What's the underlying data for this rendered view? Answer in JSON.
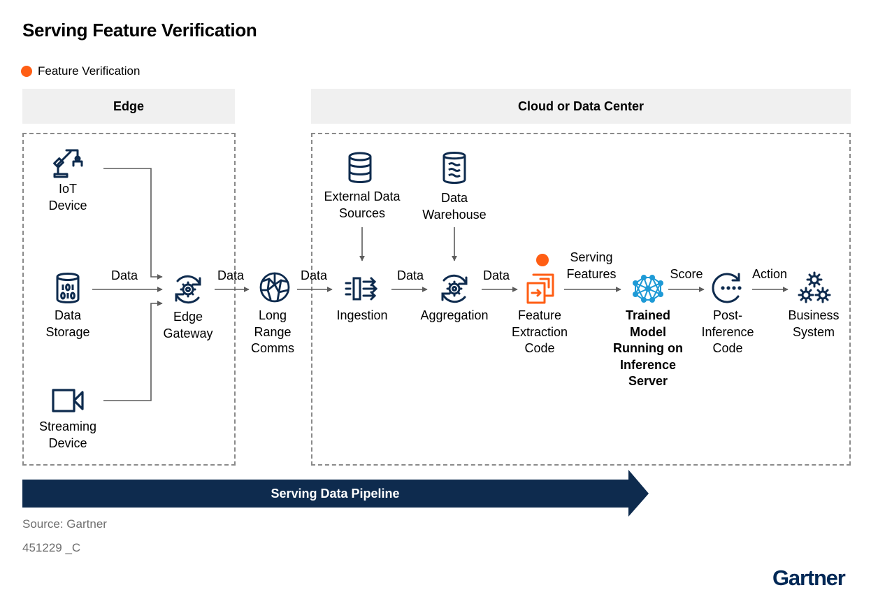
{
  "title": "Serving Feature Verification",
  "legend": {
    "label": "Feature Verification",
    "color": "#ff5e14"
  },
  "sections": {
    "edge": "Edge",
    "cloud": "Cloud or Data Center"
  },
  "nodes": {
    "iot_device": {
      "line1": "IoT",
      "line2": "Device"
    },
    "data_storage": {
      "line1": "Data",
      "line2": "Storage"
    },
    "streaming_device": {
      "line1": "Streaming",
      "line2": "Device"
    },
    "edge_gateway": {
      "line1": "Edge",
      "line2": "Gateway"
    },
    "long_range_comms": {
      "line1": "Long",
      "line2": "Range",
      "line3": "Comms"
    },
    "external_data_sources": {
      "line1": "External Data",
      "line2": "Sources"
    },
    "data_warehouse": {
      "line1": "Data",
      "line2": "Warehouse"
    },
    "ingestion": {
      "line1": "Ingestion"
    },
    "aggregation": {
      "line1": "Aggregation"
    },
    "feature_extraction_code": {
      "line1": "Feature",
      "line2": "Extraction",
      "line3": "Code"
    },
    "trained_model": {
      "line1": "Trained",
      "line2": "Model",
      "line3": "Running on",
      "line4": "Inference",
      "line5": "Server"
    },
    "post_inference_code": {
      "line1": "Post-",
      "line2": "Inference",
      "line3": "Code"
    },
    "business_system": {
      "line1": "Business",
      "line2": "System"
    }
  },
  "edges": {
    "storage_to_gateway": "Data",
    "gateway_to_comms": "Data",
    "comms_to_ingestion": "Data",
    "ingestion_to_aggregation": "Data",
    "aggregation_to_extraction": "Data",
    "extraction_to_model": {
      "line1": "Serving",
      "line2": "Features"
    },
    "model_to_post": "Score",
    "post_to_business": "Action"
  },
  "pipeline_label": "Serving Data Pipeline",
  "source": "Source: Gartner",
  "figure_id": "451229 _C",
  "logo": "Gartner",
  "colors": {
    "navy": "#0e2b4e",
    "accent": "#ff5e14",
    "model_blue": "#1e9ad6",
    "arrow": "#5c5c5c"
  },
  "icons": {
    "iot_device": "robot-arm-icon",
    "data_storage": "binary-storage-icon",
    "streaming_device": "video-camera-icon",
    "edge_gateway": "gear-sync-icon",
    "long_range_comms": "network-globe-icon",
    "external_data_sources": "database-icon",
    "data_warehouse": "data-warehouse-icon",
    "ingestion": "ingestion-arrows-icon",
    "aggregation": "gear-sync-icon",
    "feature_extraction_code": "feature-extraction-icon",
    "trained_model": "neural-network-icon",
    "post_inference_code": "circular-arrow-dots-icon",
    "business_system": "gears-icon"
  }
}
